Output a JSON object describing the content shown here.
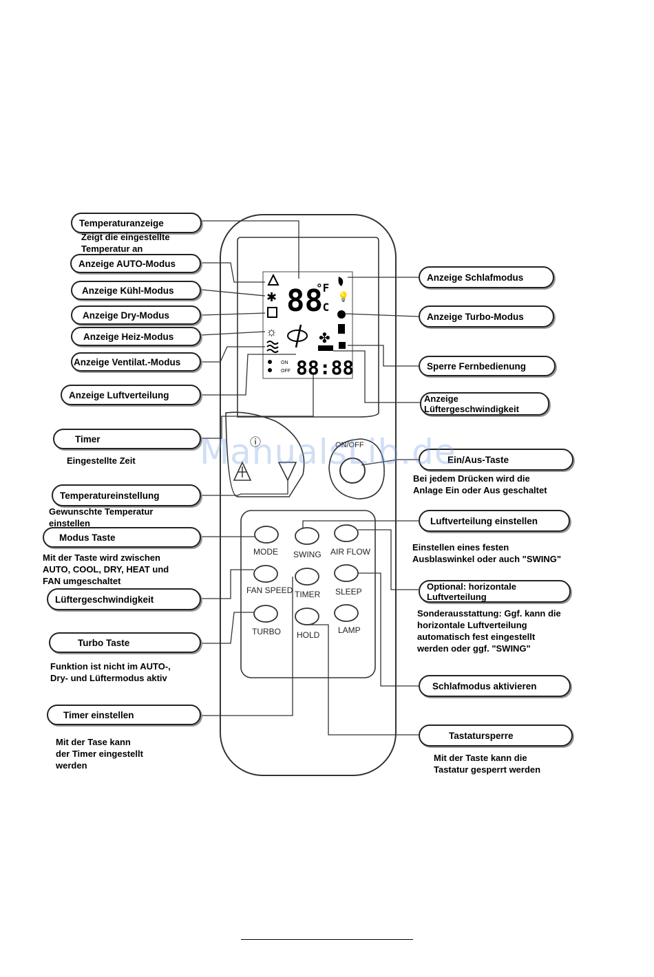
{
  "callouts": {
    "temp_display": "Temperaturanzeige",
    "auto_mode": "Anzeige AUTO-Modus",
    "cool_mode": "Anzeige Kühl-Modus",
    "dry_mode": "Anzeige Dry-Modus",
    "heat_mode": "Anzeige Heiz-Modus",
    "fan_mode": "Anzeige Ventilat.-Modus",
    "airflow_display": "Anzeige Luftverteilung",
    "timer": "Timer",
    "temp_setting": "Temperatureinstellung",
    "mode_key": "Modus Taste",
    "fan_speed": "Lüftergeschwindigkeit",
    "turbo_key": "Turbo Taste",
    "timer_set": "Timer einstellen",
    "sleep_display": "Anzeige Schlafmodus",
    "turbo_display": "Anzeige Turbo-Modus",
    "lock_display": "Sperre Fernbedienung",
    "fanspeed_display_1": "Anzeige",
    "fanspeed_display_2": "Lüftergeschwindigkeit",
    "onoff_key": "Ein/Aus-Taste",
    "airflow_set": "Luftverteilung einstellen",
    "horizontal_1": "Optional: horizontale",
    "horizontal_2": "Luftverteilung",
    "sleep_activate": "Schlafmodus aktivieren",
    "keylock": "Tastatursperre"
  },
  "notes": {
    "temp_display_1": "Zeigt die eingestellte",
    "temp_display_2": "Temperatur an",
    "timer_1": "Eingestellte Zeit",
    "temp_setting_1": "Gewunschte Temperatur",
    "temp_setting_2": "einstellen",
    "mode_1": "Mit der Taste wird zwischen",
    "mode_2": "AUTO, COOL, DRY, HEAT und",
    "mode_3": "FAN umgeschaltet",
    "turbo_1": "Funktion ist nicht im AUTO-,",
    "turbo_2": "Dry- und Lüftermodus aktiv",
    "timer_set_1": "Mit der Tase kann",
    "timer_set_2": "der Timer eingestellt",
    "timer_set_3": "werden",
    "onoff_1": "Bei jedem Drücken wird die",
    "onoff_2": "Anlage Ein oder Aus geschaltet",
    "airflow_1": "Einstellen eines festen",
    "airflow_2": "Ausblaswinkel oder auch \"SWING\"",
    "horizontal_1": "Sonderausstattung: Ggf. kann die",
    "horizontal_2": "horizontale Luftverteilung",
    "horizontal_3": "automatisch fest eingestellt",
    "horizontal_4": "werden oder ggf. \"SWING\"",
    "keylock_1": "Mit der Taste kann die",
    "keylock_2": "Tastatur gesperrt werden"
  },
  "remote": {
    "lcd_temp": "88",
    "lcd_unit_f": "°F",
    "lcd_unit_c": "°C",
    "lcd_clock": "88:88",
    "lcd_on": "ON",
    "lcd_off": "OFF",
    "onoff_label": "ON/OFF",
    "buttons": {
      "mode": "MODE",
      "swing": "SWING",
      "air_flow": "AIR FLOW",
      "fan_speed": "FAN SPEED",
      "timer": "TIMER",
      "sleep": "SLEEP",
      "turbo": "TURBO",
      "hold": "HOLD",
      "lamp": "LAMP"
    }
  },
  "watermark": "ManualsLib.de"
}
